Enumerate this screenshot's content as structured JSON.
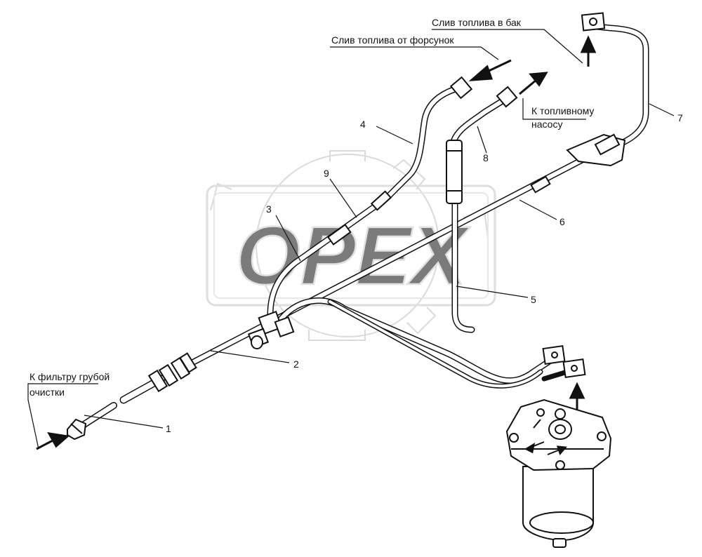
{
  "annotations": {
    "drain_to_tank": "Слив топлива в бак",
    "drain_from_injectors": "Слив топлива от форсунок",
    "to_fuel_pump_line1": "К топливному",
    "to_fuel_pump_line2": "насосу",
    "to_coarse_filter_line1": "К фильтру грубой",
    "to_coarse_filter_line2": "очистки"
  },
  "part_numbers": {
    "p1": "1",
    "p2": "2",
    "p3": "3",
    "p4": "4",
    "p5": "5",
    "p6": "6",
    "p7": "7",
    "p8": "8",
    "p9": "9"
  },
  "watermark": {
    "text": "OPEX",
    "color": "#c9c9c9"
  },
  "colors": {
    "line": "#111111",
    "background": "#ffffff"
  }
}
